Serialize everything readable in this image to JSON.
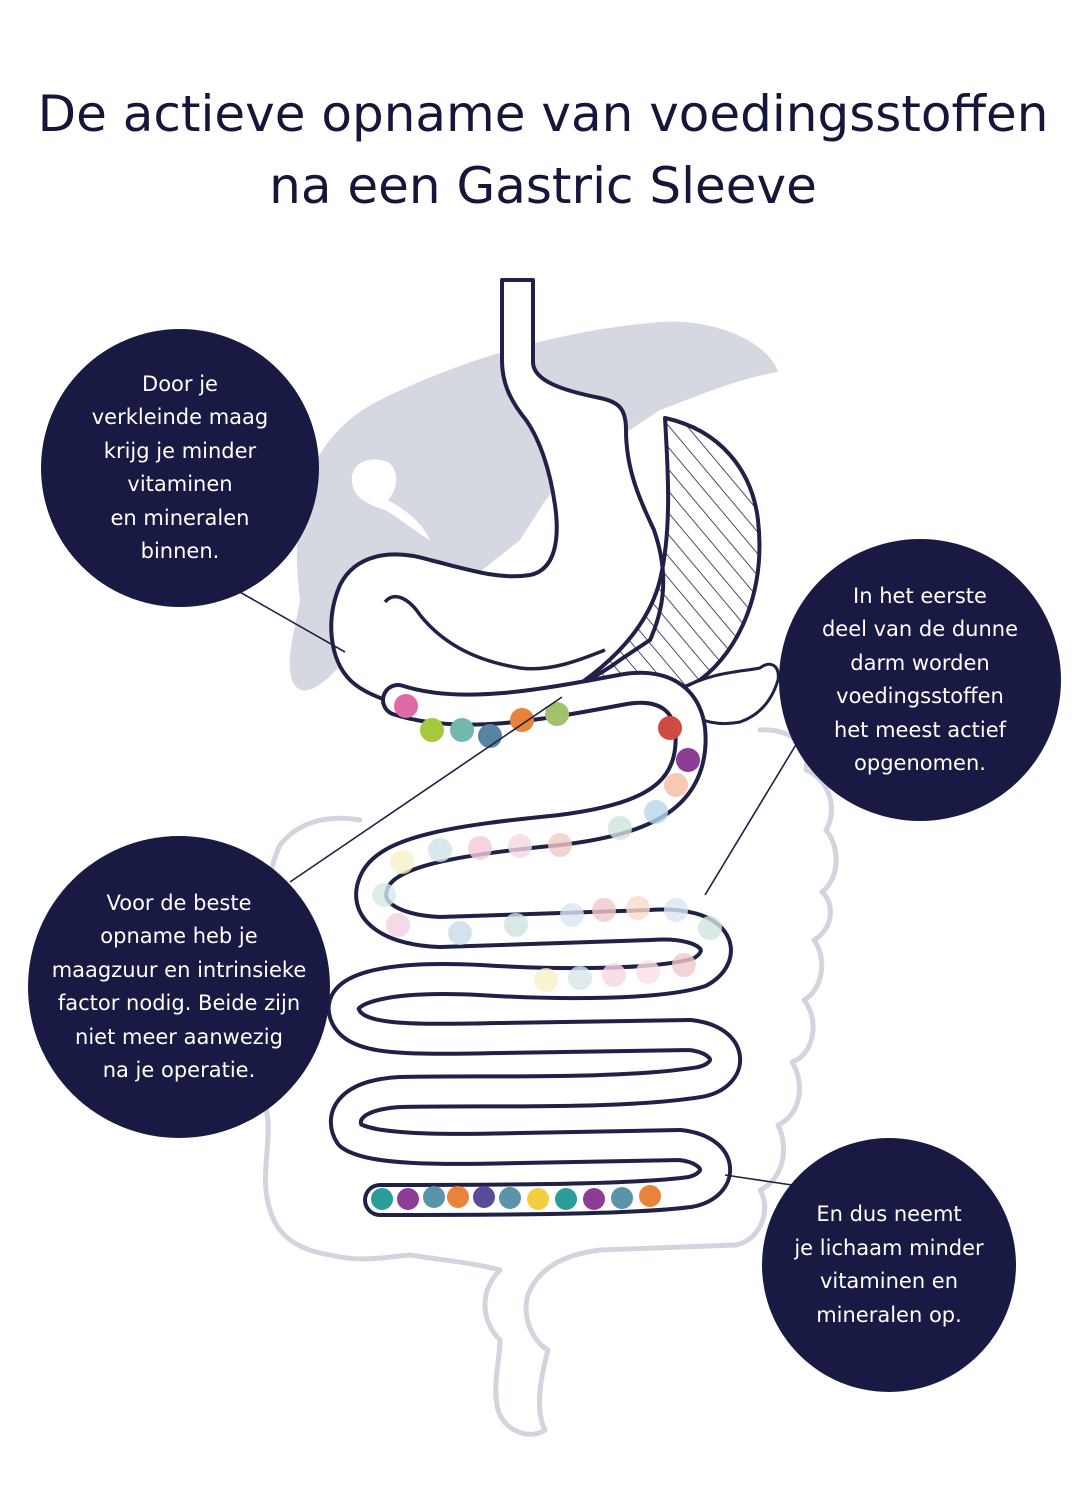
{
  "title": {
    "line1": "De actieve opname van voedingsstoffen",
    "line2": "na een Gastric Sleeve"
  },
  "callouts": [
    {
      "text": "Door je\nverkleinde maag\nkrijg je minder\nvitaminen\nen mineralen\nbinnen."
    },
    {
      "text": "In het eerste\ndeel van de dunne\ndarm worden\nvoedingsstoffen\nhet meest actief\nopgenomen."
    },
    {
      "text": "Voor de beste\nopname heb je\nmaagzuur en intrinsieke\nfactor nodig. Beide zijn\nniet meer aanwezig\nna je operatie."
    },
    {
      "text": "En dus neemt\nje lichaam minder\nvitaminen en\nmineralen op."
    }
  ],
  "colors": {
    "navy": "#181a44",
    "outline": "#1f2146",
    "liver": "#d6d8e1",
    "colon": "#d3d5de",
    "nutrient_palette": [
      "#2a9d9b",
      "#8e3d97",
      "#5b93a8",
      "#e9823a",
      "#5a4a9a",
      "#f3cf3f",
      "#cf4b41",
      "#e06aa6",
      "#a4c93b",
      "#74b8ad",
      "#5585a3",
      "#9fc26b",
      "#f7c8b3",
      "#b9d7ea"
    ]
  },
  "icons": {
    "stomach": "stomach-sleeve-outline",
    "removed_part": "hatched-removed-stomach",
    "liver": "liver-silhouette",
    "intestine": "small-intestine-outline",
    "colon": "large-intestine-outline",
    "nutrients": "nutrient-dots"
  }
}
